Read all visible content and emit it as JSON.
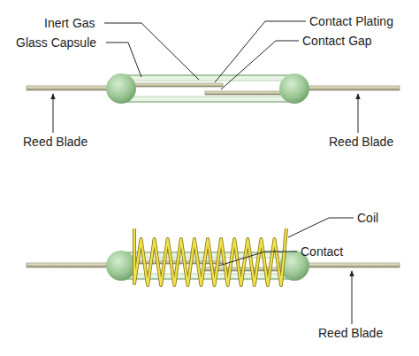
{
  "diagram": {
    "labels": [
      "Inert Gas",
      "Glass Capsule",
      "Contact Plating",
      "Contact Gap",
      "Reed Blade",
      "Reed Blade",
      "Coil",
      "Contact",
      "Reed Blade"
    ]
  }
}
